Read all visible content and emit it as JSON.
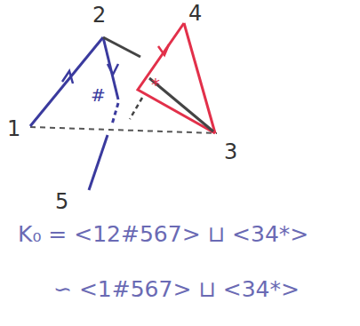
{
  "diagram": {
    "labels": [
      "1",
      "2",
      "3",
      "4",
      "5",
      "#",
      "*",
      "K₀ = <12#567> ⊔ <34*>",
      "∽ <1#567> ⊔ <34*>"
    ]
  }
}
